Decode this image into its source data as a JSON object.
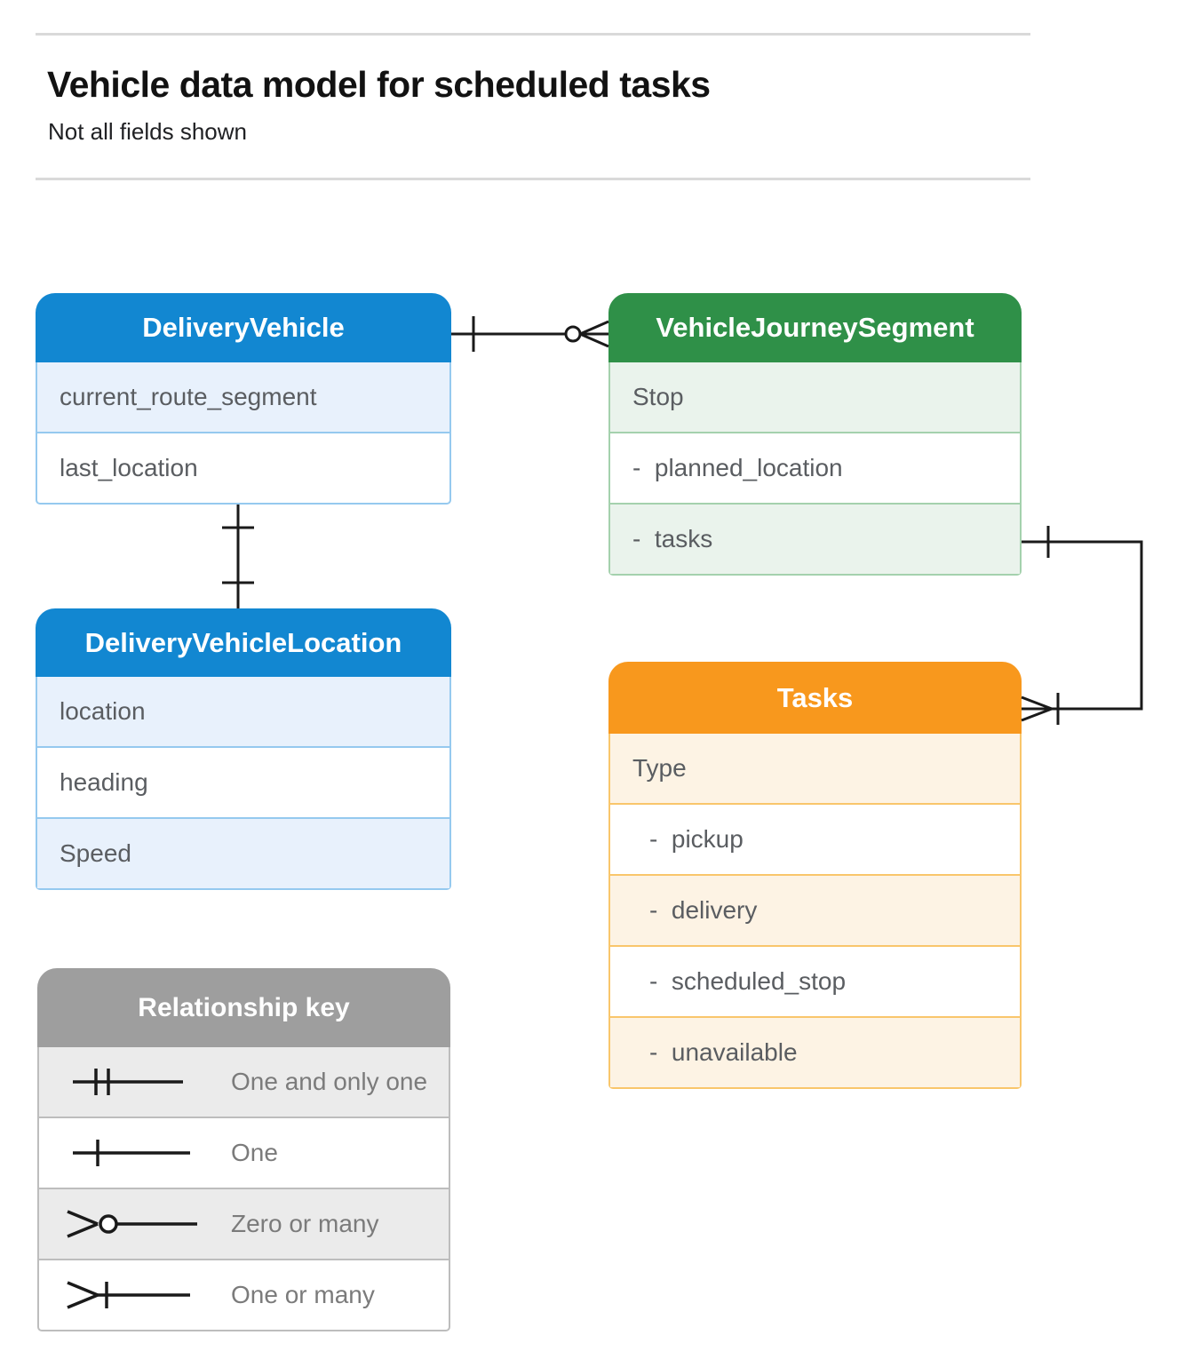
{
  "header": {
    "title": "Vehicle data model for scheduled tasks",
    "subtitle": "Not all fields shown"
  },
  "entities": {
    "delivery_vehicle": {
      "title": "DeliveryVehicle",
      "rows": [
        "current_route_segment",
        "last_location"
      ]
    },
    "vehicle_journey_segment": {
      "title": "VehicleJourneySegment",
      "rows": [
        "Stop",
        "-  planned_location",
        "-  tasks"
      ]
    },
    "delivery_vehicle_location": {
      "title": "DeliveryVehicleLocation",
      "rows": [
        "location",
        "heading",
        "Speed"
      ]
    },
    "tasks": {
      "title": "Tasks",
      "rows": [
        "Type",
        "-  pickup",
        "-  delivery",
        "-  scheduled_stop",
        "-  unavailable"
      ]
    }
  },
  "legend": {
    "title": "Relationship key",
    "items": [
      {
        "symbol": "one-and-only-one-symbol",
        "label": "One and only one"
      },
      {
        "symbol": "one-symbol",
        "label": "One"
      },
      {
        "symbol": "zero-or-many-symbol",
        "label": "Zero or many"
      },
      {
        "symbol": "one-or-many-symbol",
        "label": "One or many"
      }
    ]
  },
  "relationships": [
    {
      "from": "DeliveryVehicle",
      "to": "VehicleJourneySegment",
      "from_cardinality": "one",
      "to_cardinality": "zero-or-many"
    },
    {
      "from": "DeliveryVehicle",
      "to": "DeliveryVehicleLocation",
      "from_cardinality": "one",
      "to_cardinality": "one"
    },
    {
      "from": "VehicleJourneySegment.tasks",
      "to": "Tasks",
      "from_cardinality": "one",
      "to_cardinality": "one-or-many"
    }
  ],
  "colors": {
    "c-blue": "#1287d1",
    "c-blue-light": "#e8f1fc",
    "c-blue-border": "#95c9ef",
    "c-green": "#2f9048",
    "c-green-light": "#eaf3ec",
    "c-green-border": "#a4d1ad",
    "c-orange": "#f8981d",
    "c-orange-light": "#fdf3e4",
    "c-orange-border": "#f9c66b",
    "c-gray": "#9e9e9e",
    "c-gray-light": "#ebebeb",
    "c-gray-border": "#bdbdbd",
    "c-row-text": "#5a5d61",
    "c-legend-text": "#7b7b7b",
    "c-title": "#121212",
    "c-rule": "#d9d9d9",
    "c-line": "#1a1a1a"
  }
}
